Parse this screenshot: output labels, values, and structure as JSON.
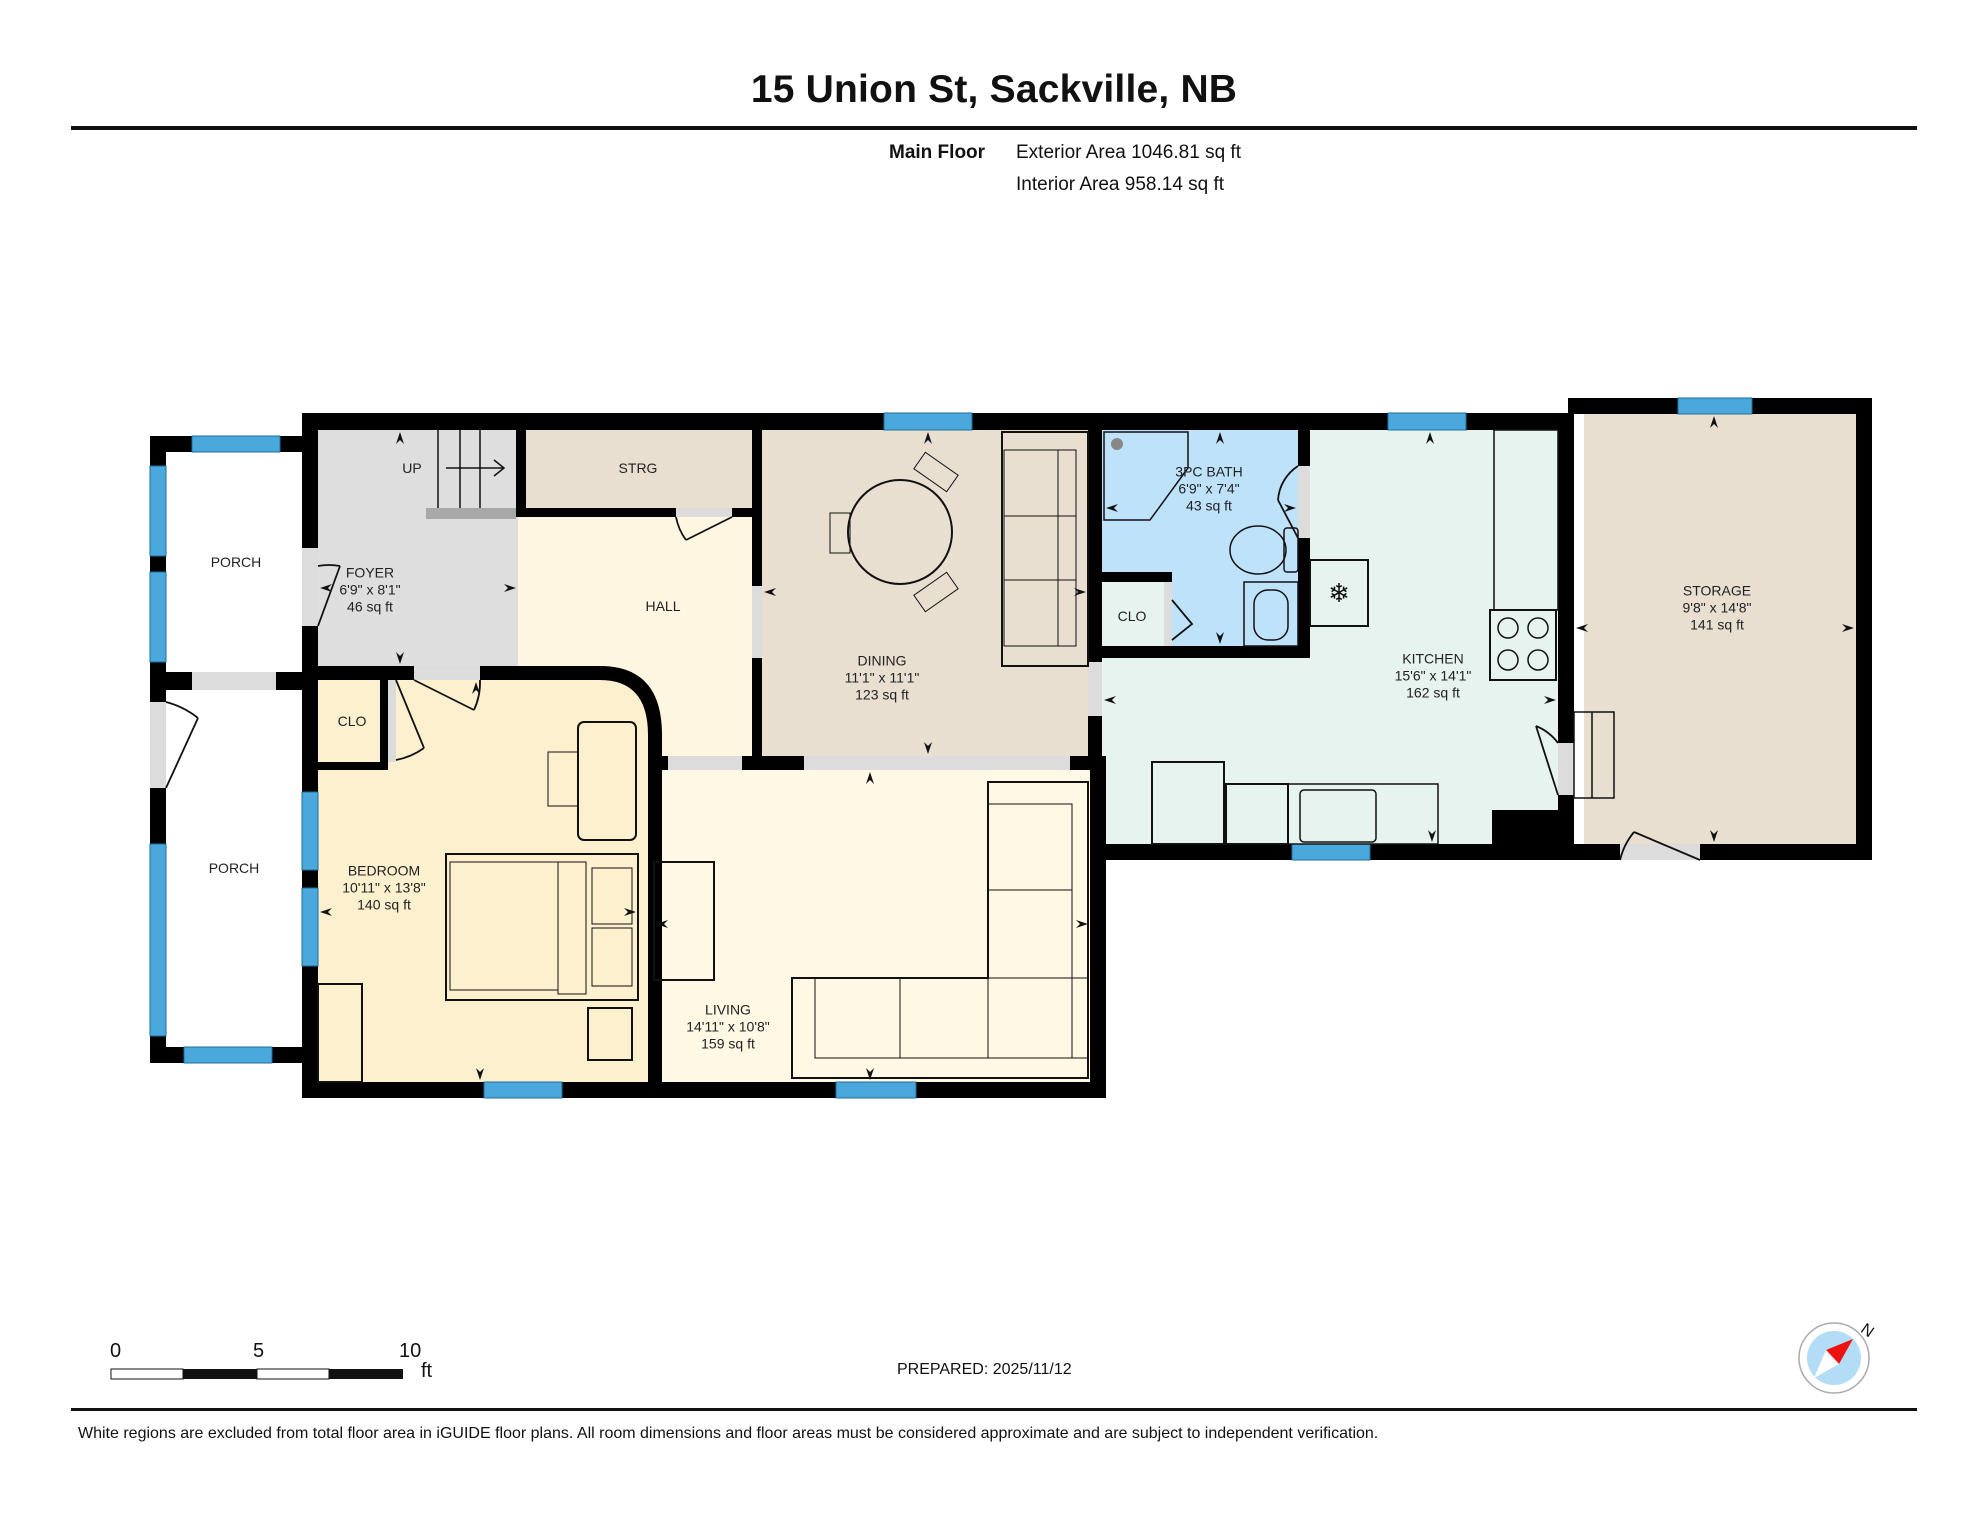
{
  "header": {
    "title": "15 Union St, Sackville, NB",
    "floor_label": "Main Floor",
    "exterior_area": "Exterior Area 1046.81 sq ft",
    "interior_area": "Interior Area 958.14 sq ft"
  },
  "rooms": {
    "porch_upper": {
      "name": "PORCH"
    },
    "porch_lower": {
      "name": "PORCH"
    },
    "foyer": {
      "name": "FOYER",
      "dims": "6'9\" x 8'1\"",
      "area": "46 sq ft"
    },
    "stairs": {
      "name": "UP"
    },
    "strg": {
      "name": "STRG"
    },
    "hall": {
      "name": "HALL"
    },
    "clo_bedroom": {
      "name": "CLO"
    },
    "bedroom": {
      "name": "BEDROOM",
      "dims": "10'11\" x 13'8\"",
      "area": "140 sq ft"
    },
    "dining": {
      "name": "DINING",
      "dims": "11'1\" x 11'1\"",
      "area": "123 sq ft"
    },
    "living": {
      "name": "LIVING",
      "dims": "14'11\" x 10'8\"",
      "area": "159 sq ft"
    },
    "bath": {
      "name": "3PC BATH",
      "dims": "6'9\" x 7'4\"",
      "area": "43 sq ft"
    },
    "clo_bath": {
      "name": "CLO"
    },
    "kitchen": {
      "name": "KITCHEN",
      "dims": "15'6\" x 14'1\"",
      "area": "162 sq ft"
    },
    "storage": {
      "name": "STORAGE",
      "dims": "9'8\" x 14'8\"",
      "area": "141 sq ft"
    }
  },
  "colors": {
    "wall": "#000000",
    "window": "#4aa8dc",
    "door_opening": "#dcdcdc",
    "foyer": "#dedede",
    "hall": "#fef6e0",
    "strg": "#e8dfd1",
    "bedroom": "#fdf0ce",
    "dining": "#e8dfd1",
    "living": "#fef8e4",
    "bath": "#bfe2fb",
    "kitchen": "#e6f3ee",
    "storage": "#e8dfd1",
    "porch": "#ffffff",
    "compass_fill": "#b3dcf6",
    "compass_needle": "#ee1111"
  },
  "scale_bar": {
    "ticks": [
      "0",
      "5",
      "10"
    ],
    "unit": "ft"
  },
  "compass": {
    "label": "N"
  },
  "footer": {
    "prepared": "PREPARED: 2025/11/12",
    "disclaimer": "White regions are excluded from total floor area in iGUIDE floor plans. All room dimensions and floor areas must be considered approximate and are subject to independent verification."
  }
}
